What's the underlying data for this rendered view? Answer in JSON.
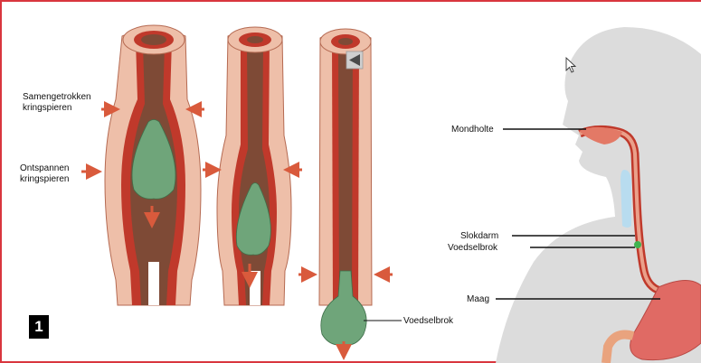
{
  "labels": {
    "samengetrokken_line1": "Samengetrokken",
    "samengetrokken_line2": "kringspieren",
    "ontspannen_line1": "Ontspannen",
    "ontspannen_line2": "kringspieren",
    "voedselbrok_left": "Voedselbrok",
    "mondholte": "Mondholte",
    "slokdarm": "Slokdarm",
    "voedselbrok_right": "Voedselbrok",
    "maag": "Maag"
  },
  "badge": {
    "number": "1"
  },
  "icons": [
    "cursor-arrow-icon",
    "play-back-icon",
    "arrow-icon"
  ],
  "colors": {
    "frame": "#d9363e",
    "muscle": "#eebfa9",
    "lining": "#c0392b",
    "inner": "#7e4a36",
    "bolus": "#6fa57a",
    "arrow": "#d95a3c",
    "silhouette": "#dcdcdc"
  }
}
